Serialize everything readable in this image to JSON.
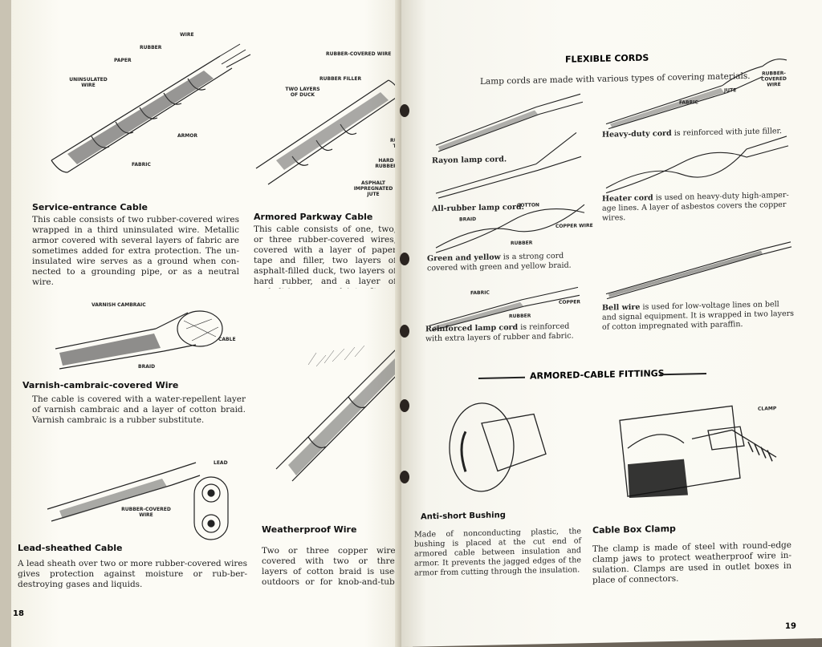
{
  "left_page": {
    "number": "18",
    "sections": [
      {
        "id": "service",
        "title": "Service-entrance Cable",
        "body": "This cable consists of two rubber-covered wires wrapped in a third uninsulated wire. Metallic armor covered with several layers of fabric are sometimes added for extra protection. The un-insulated wire serves as a ground when con-nected to a grounding pipe, or as a neutral wire.",
        "labels": [
          "WIRE",
          "RUBBER",
          "PAPER",
          "UNINSULATED WIRE",
          "ARMOR",
          "FABRIC"
        ]
      },
      {
        "id": "parkway",
        "title": "Armored Parkway Cable",
        "body": "This cable consists of one, two, or three rubber-covered wires, covered with a layer of paper tape and filler, two layers of asphalt-filled duck, two layers of hard rubber, and a layer of asphalt-impregnated jute. It can be buried un-derground without further protection.",
        "labels": [
          "RUBBER-COVERED WIRE",
          "RUBBER FILLER",
          "TWO LAYERS OF DUCK",
          "RUBBER TAPE",
          "HARD RUBBER",
          "ASPHALT IMPREGNATED JUTE"
        ]
      },
      {
        "id": "varnish",
        "title": "Varnish-cambraic-covered Wire",
        "body": "The cable is covered with a water-repellent layer of varnish cambraic and a layer of cotton braid. Varnish cambraic is a rubber substitute.",
        "labels": [
          "VARNISH CAMBRAIC",
          "CABLE",
          "BRAID"
        ]
      },
      {
        "id": "weatherproof",
        "title": "Weatherproof Wire",
        "body": "Two or three copper wires covered with two or three layers of cotton braid is used outdoors or for knob-and-tube wiring, where protection from weather is important."
      },
      {
        "id": "lead",
        "title": "Lead-sheathed Cable",
        "body": "A lead sheath over two or more rubber-covered wires gives protection against moisture or rub-ber-destroying gases and liquids.",
        "labels": [
          "LEAD",
          "RUBBER-COVERED WIRE"
        ]
      }
    ]
  },
  "right_page": {
    "number": "19",
    "flexible": {
      "heading": "FLEXIBLE CORDS",
      "intro": "Lamp cords are made with various types of covering materials.",
      "items": [
        {
          "id": "rayon",
          "name": "Rayon lamp cord.",
          "desc": ""
        },
        {
          "id": "allrubber",
          "name": "All-rubber lamp cord.",
          "desc": ""
        },
        {
          "id": "green",
          "name": "Green and yellow",
          "desc": " is a strong cord covered with green and yellow braid.",
          "labels": [
            "COTTON",
            "BRAID",
            "RUBBER",
            "COPPER WIRE"
          ]
        },
        {
          "id": "reinforced",
          "name": "Reinforced lamp cord",
          "desc": " is reinforced with extra layers of rubber and fabric.",
          "labels": [
            "FABRIC",
            "RUBBER",
            "COPPER"
          ]
        },
        {
          "id": "heavy",
          "name": "Heavy-duty cord",
          "desc": " is reinforced with jute filler.",
          "labels": [
            "FABRIC",
            "JUTE",
            "RUBBER-COVERED WIRE"
          ]
        },
        {
          "id": "heater",
          "name": "Heater cord",
          "desc": " is used on heavy-duty high-amper-age lines. A layer of asbestos covers the copper wires."
        },
        {
          "id": "bell",
          "name": "Bell wire",
          "desc": " is used for low-voltage lines on bell and signal equipment. It is wrapped in two layers of cotton impregnated with paraffin."
        }
      ]
    },
    "fittings": {
      "heading": "ARMORED-CABLE FITTINGS",
      "items": [
        {
          "id": "bushing",
          "title": "Anti-short Bushing",
          "body": "Made of nonconducting plastic, the bushing is placed at the cut end of armored cable between insulation and armor. It prevents the jagged edges of the armor from cutting through the insulation."
        },
        {
          "id": "clamp",
          "title": "Cable Box Clamp",
          "body": "The clamp is made of steel with round-edge clamp jaws to protect weatherproof wire in-sulation. Clamps are used in outlet boxes in place of connectors.",
          "labels": [
            "CLAMP"
          ]
        }
      ]
    }
  }
}
